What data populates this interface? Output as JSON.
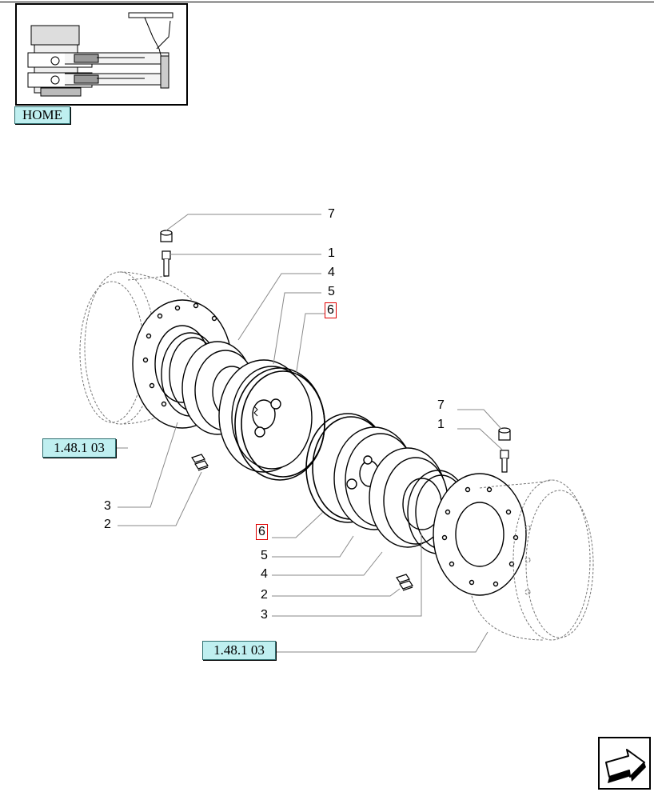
{
  "header": {
    "home_label": "HOME"
  },
  "references": [
    {
      "label": "1.48.1 03"
    },
    {
      "label": "1.48.1 03"
    }
  ],
  "callouts": {
    "top": [
      "7",
      "1",
      "4",
      "5",
      "6"
    ],
    "left": [
      "3",
      "2"
    ],
    "right_top": [
      "7",
      "1"
    ],
    "bottom": [
      "6",
      "5",
      "4",
      "2",
      "3"
    ]
  },
  "colors": {
    "button_fill": "#bfeff0",
    "highlight_box": "#e00000"
  },
  "icons": {
    "thumbnail": "assembly-thumbnail-icon",
    "next": "next-page-arrow-icon"
  }
}
